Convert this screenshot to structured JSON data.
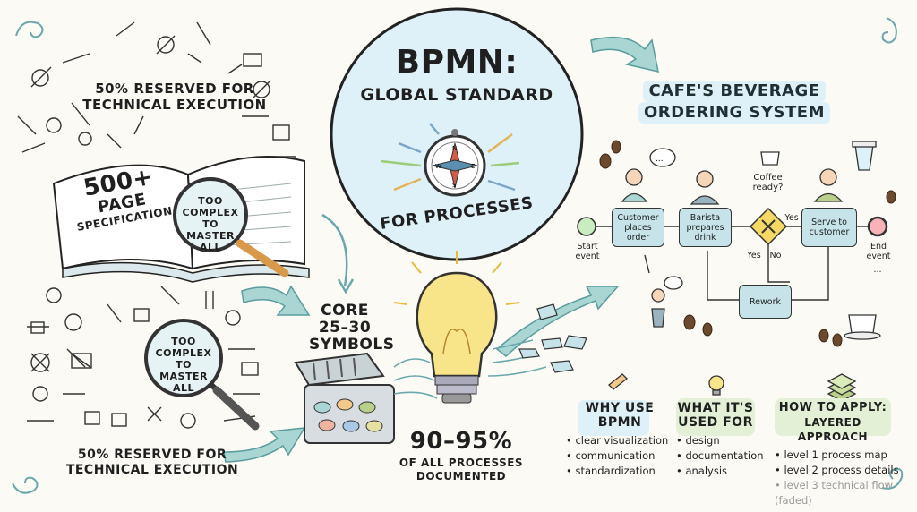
{
  "left": {
    "reserved_top": "50% RESERVED FOR TECHNICAL EXECUTION",
    "book_count": "500+",
    "book_sub1": "PAGE",
    "book_sub2": "SPECIFICATION",
    "complex_top": "TOO COMPLEX TO MASTER ALL",
    "complex_bottom": "TOO COMPLEX TO MASTER ALL",
    "reserved_bottom": "50% RESERVED FOR TECHNICAL EXECUTION"
  },
  "center": {
    "title_line1": "BPMN:",
    "title_line2": "GLOBAL STANDARD",
    "title_line3": "FOR PROCESSES",
    "core_line1": "CORE",
    "core_line2": "25–30",
    "core_line3": "SYMBOLS",
    "percent": "90–95%",
    "percent_sub1": "OF ALL PROCESSES",
    "percent_sub2": "DOCUMENTED"
  },
  "cafe": {
    "title_line1": "CAFE'S BEVERAGE",
    "title_line2": "ORDERING SYSTEM",
    "start_label": "Start event",
    "end_label": "End event",
    "task_order": "Customer places order",
    "task_prepare": "Barista prepares drink",
    "gateway_question": "Coffee ready?",
    "gateway_yes": "Yes",
    "gateway_yes2": "Yes",
    "gateway_no": "No",
    "task_serve": "Serve to customer",
    "task_rework": "Rework",
    "dots": "..."
  },
  "panels": [
    {
      "title_line1": "WHY USE",
      "title_line2": "BPMN",
      "items": [
        "clear visualization",
        "communication",
        "standardization"
      ]
    },
    {
      "title_line1": "WHAT IT'S",
      "title_line2": "USED FOR",
      "items": [
        "design",
        "documentation",
        "analysis"
      ]
    },
    {
      "title_line1": "HOW TO APPLY:",
      "title_line2": "LAYERED APPROACH",
      "items": [
        "level 1 process map",
        "level 2 process details"
      ],
      "faded_item": "level 3 technical flow (faded)"
    }
  ],
  "colors": {
    "teal": "#a9d6d3",
    "pale_blue": "#dff1f8",
    "pale_green": "#e3f0d6",
    "bulb": "#f8e58a",
    "ink": "#1f1f1f"
  }
}
